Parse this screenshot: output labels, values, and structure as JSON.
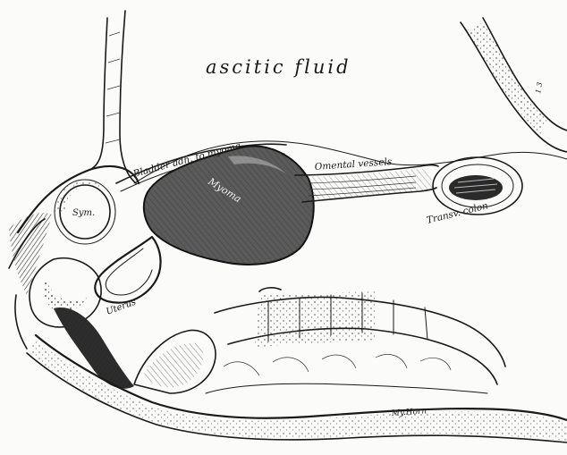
{
  "labels": {
    "ascitic_fluid": "ascitic fluid",
    "bladder": "Bladder adh. to myoma",
    "myoma": "Myoma",
    "omental": "Omental vessels",
    "transv_colon": "Transv. colon",
    "sym": "Sym.",
    "uterus": "Uterus",
    "signature": "My.Horn",
    "corner_mark": "1 3"
  },
  "colors": {
    "ink": "#1a1a1a",
    "paper": "#fbfbf9",
    "myoma_fill": "#4a4a4a",
    "shade": "#6b6b6b"
  }
}
